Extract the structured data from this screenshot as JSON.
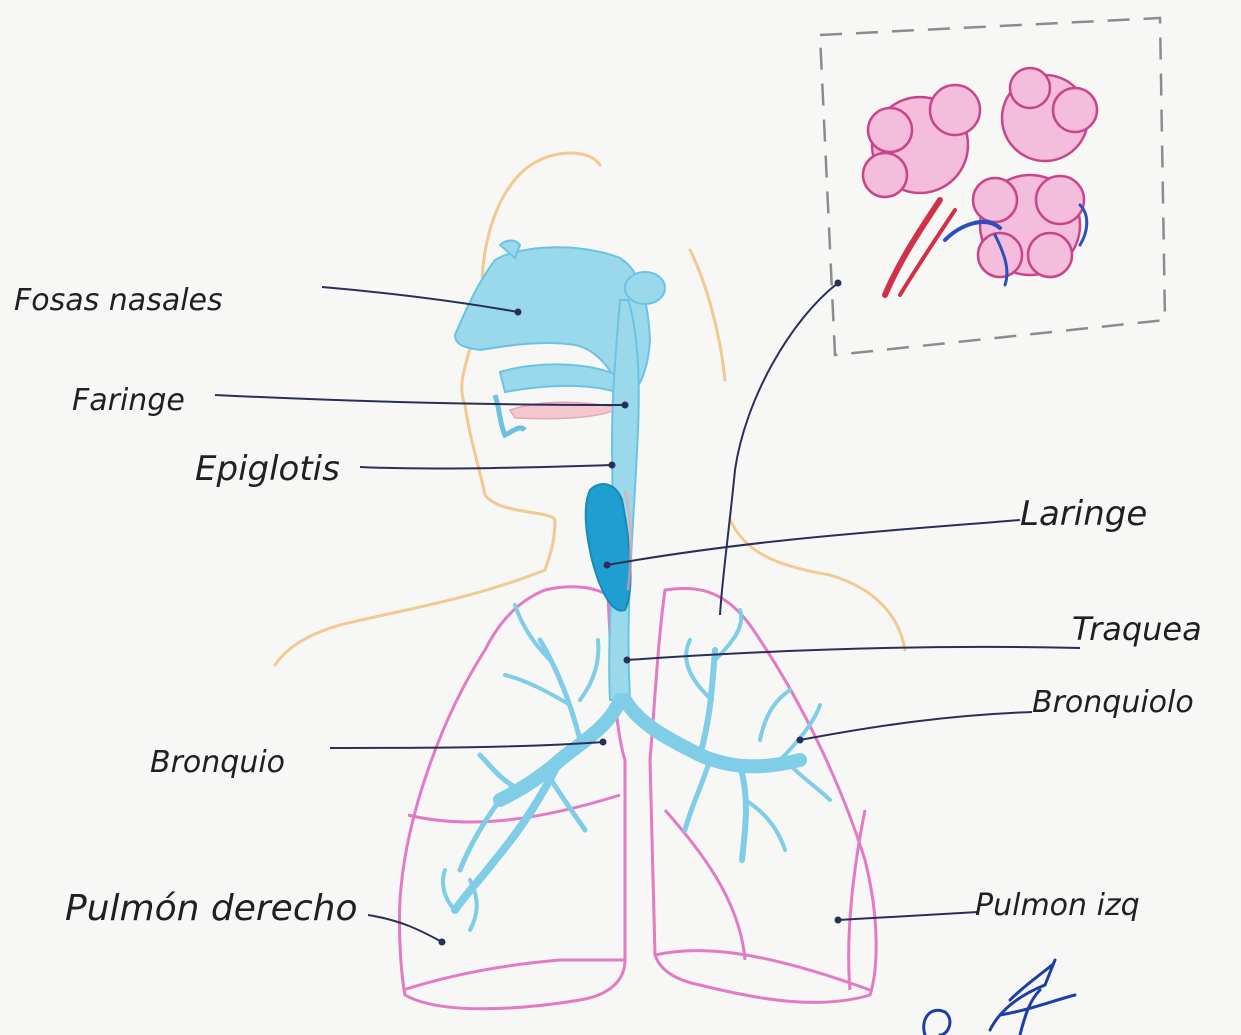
{
  "labels": {
    "fosas_nasales": "Fosas nasales",
    "faringe": "Faringe",
    "epiglotis": "Epiglotis",
    "laringe": "Laringe",
    "traquea": "Traquea",
    "bronquiolo": "Bronquiolo",
    "bronquio": "Bronquio",
    "pulmon_derecho": "Pulmón derecho",
    "pulmon_izq": "Pulmon izq"
  },
  "colors": {
    "airway": "#8fd3ea",
    "airway_dark": "#1f9fcf",
    "lung_outline": "#e27ac4",
    "skin_outline": "#f2c990",
    "alveoli": "#f2a9cf",
    "leader_line": "#2a2f5a",
    "artery": "#d2304a",
    "vein": "#2b4fbf",
    "inset_border": "#8c8c8c"
  }
}
